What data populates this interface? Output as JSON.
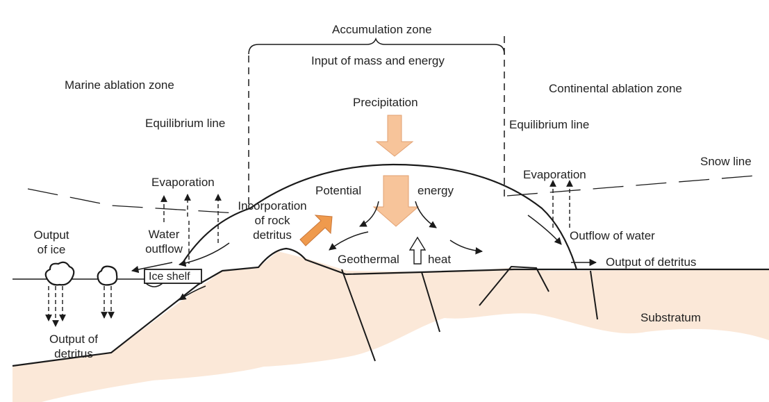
{
  "labels": {
    "accumulation_zone": "Accumulation zone",
    "input_mass_energy": "Input of mass and energy",
    "marine_ablation_zone": "Marine ablation zone",
    "continental_ablation_zone": "Continental ablation zone",
    "precipitation": "Precipitation",
    "equilibrium_line_left": "Equilibrium line",
    "equilibrium_line_right": "Equilibrium line",
    "evaporation_left": "Evaporation",
    "evaporation_right": "Evaporation",
    "snow_line": "Snow line",
    "potential": "Potential",
    "energy": "energy",
    "incorporation_of_rock_detritus": [
      "Incorporation",
      "of rock",
      "detritus"
    ],
    "output_of_ice": [
      "Output",
      "of ice"
    ],
    "water_outflow": [
      "Water",
      "outflow"
    ],
    "ice_shelf": "Ice shelf",
    "geothermal": "Geothermal",
    "heat": "heat",
    "outflow_of_water": "Outflow of water",
    "output_of_detritus_right": "Output of detritus",
    "substratum": "Substratum",
    "output_of_detritus_left": [
      "Output of",
      "detritus"
    ]
  },
  "colors": {
    "ground": "#fbe8d8",
    "arrow_fill": "#f7c49a",
    "arrow_stroke": "#e2a172",
    "rock_arrow": "#ef9a4d",
    "line": "#1a1a1a"
  }
}
